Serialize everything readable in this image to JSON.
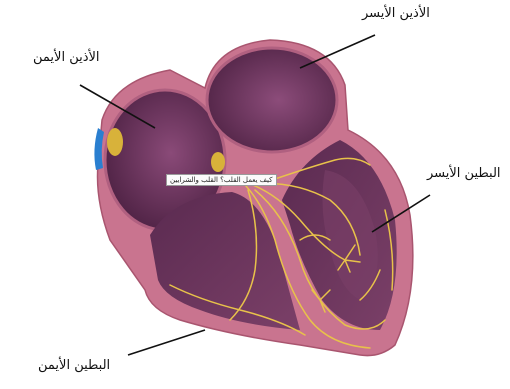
{
  "labels": {
    "right_atrium": "الأذين الأيمن",
    "left_atrium": "الأذين الأيسر",
    "left_ventricle": "البطين الأيسر",
    "right_ventricle": "البطين الأيمن"
  },
  "tooltip": "كيف يعمل القلب؟ القلب والشرايين",
  "colors": {
    "heart_wall": "#c9748f",
    "chamber_dark": "#4a2140",
    "chamber_mid": "#7a3f68",
    "conduction": "#e8c24a",
    "node": "#d8b23a",
    "accent_blue": "#2a7fd0"
  }
}
